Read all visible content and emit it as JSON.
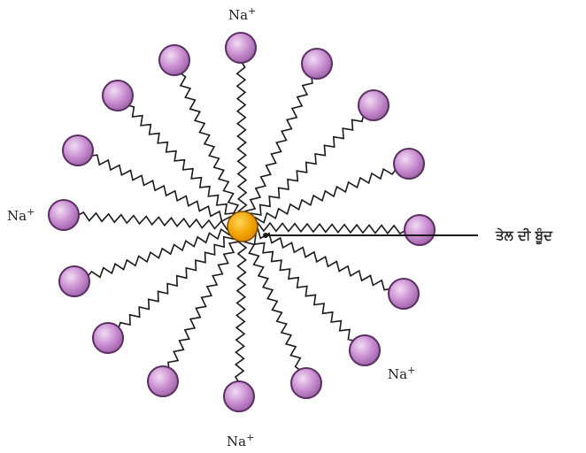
{
  "ion_labels": {
    "top": {
      "base": "Na",
      "charge": "+"
    },
    "left": {
      "base": "Na",
      "charge": "+"
    },
    "lower_right": {
      "base": "Na",
      "charge": "+"
    },
    "bottom": {
      "base": "Na",
      "charge": "+"
    }
  },
  "oil_drop_label": "ਤੇਲ ਦੀ ਬੂੰਦ",
  "colors": {
    "head_fill": "#c98ed0",
    "head_stroke": "#5a2d63",
    "oil_drop": "#f2a300",
    "chain": "#1a1a1a"
  }
}
